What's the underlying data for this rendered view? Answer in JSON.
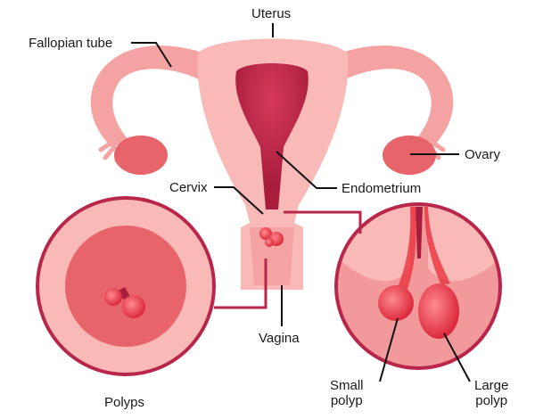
{
  "labels": {
    "uterus": "Uterus",
    "fallopian_tube": "Fallopian tube",
    "ovary": "Ovary",
    "cervix": "Cervix",
    "endometrium": "Endometrium",
    "vagina": "Vagina",
    "polyps": "Polyps",
    "small_polyp_1": "Small",
    "small_polyp_2": "polyp",
    "large_polyp_1": "Large",
    "large_polyp_2": "polyp"
  },
  "colors": {
    "tissue_light": "#f9b9b6",
    "tissue": "#f4a3a2",
    "tissue_dark": "#e8646b",
    "endometrium": "#b0203f",
    "connector": "#b8264a",
    "polyp": "#e8323f"
  }
}
